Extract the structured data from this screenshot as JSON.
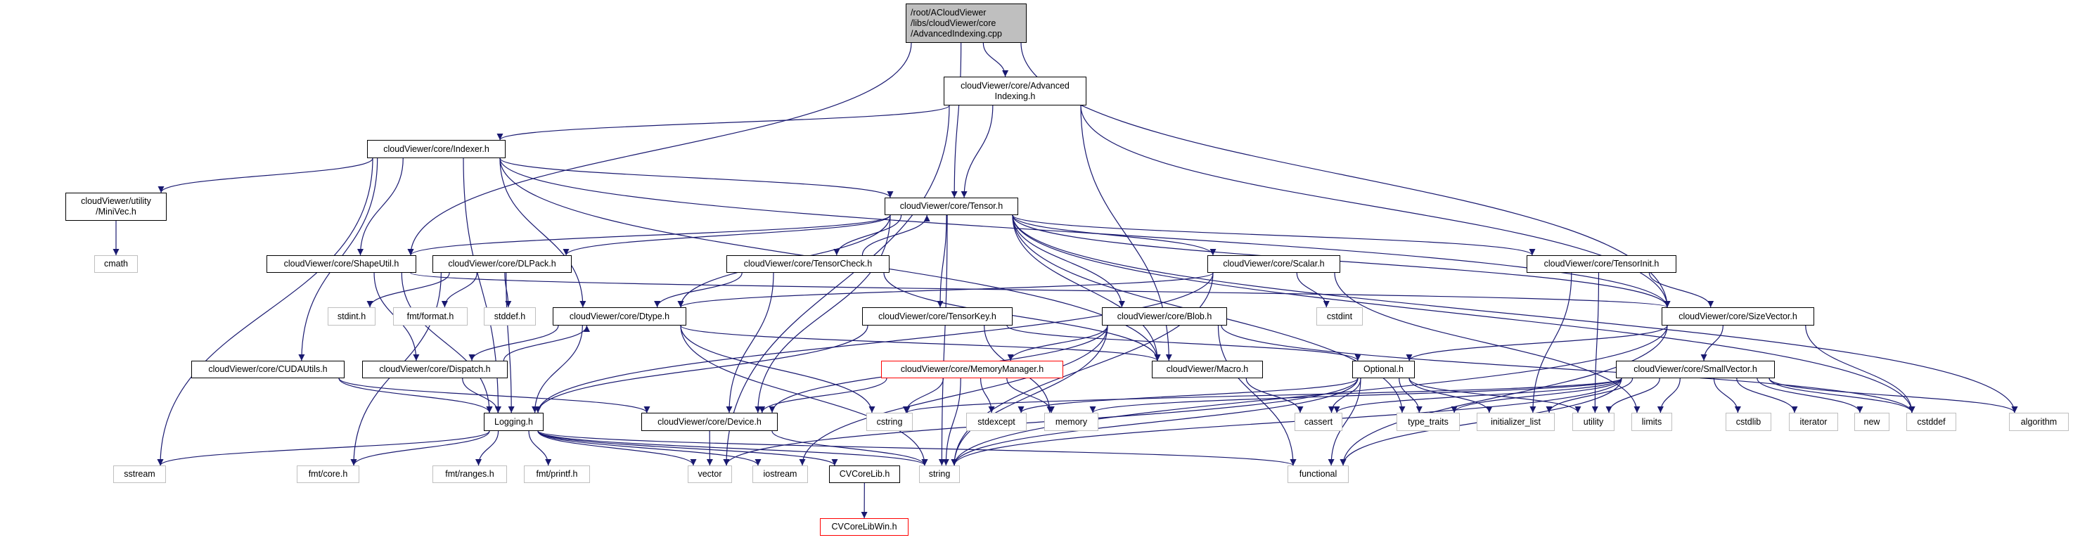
{
  "graph": {
    "edge_color": "#191970",
    "root_fill": "#bfbfbf",
    "nodes": [
      {
        "id": "root",
        "label": "/root/ACloudViewer\n/libs/cloudViewer/core\n/AdvancedIndexing.cpp",
        "kind": "root"
      },
      {
        "id": "adv",
        "label": "cloudViewer/core/Advanced\nIndexing.h",
        "kind": "doc"
      },
      {
        "id": "indexer",
        "label": "cloudViewer/core/Indexer.h",
        "kind": "doc"
      },
      {
        "id": "minivec",
        "label": "cloudViewer/utility\n/MiniVec.h",
        "kind": "doc"
      },
      {
        "id": "cmath",
        "label": "cmath",
        "kind": "ext"
      },
      {
        "id": "shapeutil",
        "label": "cloudViewer/core/ShapeUtil.h",
        "kind": "doc"
      },
      {
        "id": "dlpack",
        "label": "cloudViewer/core/DLPack.h",
        "kind": "doc"
      },
      {
        "id": "tensor",
        "label": "cloudViewer/core/Tensor.h",
        "kind": "doc"
      },
      {
        "id": "tensorcheck",
        "label": "cloudViewer/core/TensorCheck.h",
        "kind": "doc"
      },
      {
        "id": "scalar",
        "label": "cloudViewer/core/Scalar.h",
        "kind": "doc"
      },
      {
        "id": "tensorinit",
        "label": "cloudViewer/core/TensorInit.h",
        "kind": "doc"
      },
      {
        "id": "stdint",
        "label": "stdint.h",
        "kind": "ext"
      },
      {
        "id": "fmtformat",
        "label": "fmt/format.h",
        "kind": "ext"
      },
      {
        "id": "stddef",
        "label": "stddef.h",
        "kind": "ext"
      },
      {
        "id": "dtype",
        "label": "cloudViewer/core/Dtype.h",
        "kind": "doc"
      },
      {
        "id": "tensorkey",
        "label": "cloudViewer/core/TensorKey.h",
        "kind": "doc"
      },
      {
        "id": "blob",
        "label": "cloudViewer/core/Blob.h",
        "kind": "doc"
      },
      {
        "id": "cstdint",
        "label": "cstdint",
        "kind": "ext"
      },
      {
        "id": "sizevector",
        "label": "cloudViewer/core/SizeVector.h",
        "kind": "doc"
      },
      {
        "id": "cudautils",
        "label": "cloudViewer/core/CUDAUtils.h",
        "kind": "doc"
      },
      {
        "id": "dispatch",
        "label": "cloudViewer/core/Dispatch.h",
        "kind": "doc"
      },
      {
        "id": "memmgr",
        "label": "cloudViewer/core/MemoryManager.h",
        "kind": "red"
      },
      {
        "id": "macro",
        "label": "cloudViewer/Macro.h",
        "kind": "doc"
      },
      {
        "id": "optional",
        "label": "Optional.h",
        "kind": "doc"
      },
      {
        "id": "smallvector",
        "label": "cloudViewer/core/SmallVector.h",
        "kind": "doc"
      },
      {
        "id": "logging",
        "label": "Logging.h",
        "kind": "doc"
      },
      {
        "id": "device",
        "label": "cloudViewer/core/Device.h",
        "kind": "doc"
      },
      {
        "id": "cstring",
        "label": "cstring",
        "kind": "ext"
      },
      {
        "id": "stdexcept",
        "label": "stdexcept",
        "kind": "ext"
      },
      {
        "id": "memory",
        "label": "memory",
        "kind": "ext"
      },
      {
        "id": "cassert",
        "label": "cassert",
        "kind": "ext"
      },
      {
        "id": "type_traits",
        "label": "type_traits",
        "kind": "ext"
      },
      {
        "id": "initlist",
        "label": "initializer_list",
        "kind": "ext"
      },
      {
        "id": "utility",
        "label": "utility",
        "kind": "ext"
      },
      {
        "id": "limits",
        "label": "limits",
        "kind": "ext"
      },
      {
        "id": "cstdlib",
        "label": "cstdlib",
        "kind": "ext"
      },
      {
        "id": "iterator",
        "label": "iterator",
        "kind": "ext"
      },
      {
        "id": "new",
        "label": "new",
        "kind": "ext"
      },
      {
        "id": "cstddef",
        "label": "cstddef",
        "kind": "ext"
      },
      {
        "id": "algorithm",
        "label": "algorithm",
        "kind": "ext"
      },
      {
        "id": "sstream",
        "label": "sstream",
        "kind": "ext"
      },
      {
        "id": "fmtcore",
        "label": "fmt/core.h",
        "kind": "ext"
      },
      {
        "id": "fmtranges",
        "label": "fmt/ranges.h",
        "kind": "ext"
      },
      {
        "id": "fmtprintf",
        "label": "fmt/printf.h",
        "kind": "ext"
      },
      {
        "id": "vector",
        "label": "vector",
        "kind": "ext"
      },
      {
        "id": "iostream",
        "label": "iostream",
        "kind": "ext"
      },
      {
        "id": "cvcorelib",
        "label": "CVCoreLib.h",
        "kind": "doc"
      },
      {
        "id": "string",
        "label": "string",
        "kind": "ext"
      },
      {
        "id": "functional",
        "label": "functional",
        "kind": "ext"
      },
      {
        "id": "cvcorelibwin",
        "label": "CVCoreLibWin.h",
        "kind": "red"
      }
    ],
    "edges": [
      [
        "root",
        "adv"
      ],
      [
        "root",
        "tensor"
      ],
      [
        "root",
        "shapeutil"
      ],
      [
        "root",
        "sizevector"
      ],
      [
        "adv",
        "indexer"
      ],
      [
        "adv",
        "tensor"
      ],
      [
        "adv",
        "sizevector"
      ],
      [
        "adv",
        "macro"
      ],
      [
        "adv",
        "vector"
      ],
      [
        "indexer",
        "minivec"
      ],
      [
        "indexer",
        "shapeutil"
      ],
      [
        "indexer",
        "tensor"
      ],
      [
        "indexer",
        "dtype"
      ],
      [
        "indexer",
        "cudautils"
      ],
      [
        "indexer",
        "logging"
      ],
      [
        "indexer",
        "sstream"
      ],
      [
        "indexer",
        "sizevector"
      ],
      [
        "indexer",
        "macro"
      ],
      [
        "minivec",
        "cmath"
      ],
      [
        "tensor",
        "shapeutil"
      ],
      [
        "tensor",
        "dlpack"
      ],
      [
        "tensor",
        "tensorcheck"
      ],
      [
        "tensor",
        "dtype"
      ],
      [
        "tensor",
        "device"
      ],
      [
        "tensor",
        "tensorkey"
      ],
      [
        "tensor",
        "blob"
      ],
      [
        "tensor",
        "scalar"
      ],
      [
        "tensor",
        "tensorinit"
      ],
      [
        "tensor",
        "sizevector"
      ],
      [
        "tensor",
        "macro"
      ],
      [
        "tensor",
        "string"
      ],
      [
        "tensor",
        "type_traits"
      ],
      [
        "tensor",
        "algorithm"
      ],
      [
        "tensor",
        "cstddef"
      ],
      [
        "tensorcheck",
        "tensor"
      ],
      [
        "tensorcheck",
        "dtype"
      ],
      [
        "tensorcheck",
        "device"
      ],
      [
        "tensorcheck",
        "macro"
      ],
      [
        "shapeutil",
        "sizevector"
      ],
      [
        "shapeutil",
        "logging"
      ],
      [
        "shapeutil",
        "dispatch"
      ],
      [
        "dlpack",
        "stdint"
      ],
      [
        "dlpack",
        "fmtformat"
      ],
      [
        "dlpack",
        "stddef"
      ],
      [
        "dlpack",
        "fmtcore"
      ],
      [
        "dlpack",
        "logging"
      ],
      [
        "dtype",
        "dispatch"
      ],
      [
        "dtype",
        "logging"
      ],
      [
        "dtype",
        "macro"
      ],
      [
        "dtype",
        "cstring"
      ],
      [
        "dtype",
        "string"
      ],
      [
        "dispatch",
        "dtype"
      ],
      [
        "dispatch",
        "logging"
      ],
      [
        "cudautils",
        "logging"
      ],
      [
        "cudautils",
        "device"
      ],
      [
        "scalar",
        "dtype"
      ],
      [
        "scalar",
        "logging"
      ],
      [
        "scalar",
        "cstdint"
      ],
      [
        "scalar",
        "limits"
      ],
      [
        "scalar",
        "string"
      ],
      [
        "tensorkey",
        "optional"
      ],
      [
        "tensorkey",
        "logging"
      ],
      [
        "tensorkey",
        "memory"
      ],
      [
        "blob",
        "memmgr"
      ],
      [
        "blob",
        "device"
      ],
      [
        "blob",
        "string"
      ],
      [
        "blob",
        "functional"
      ],
      [
        "blob",
        "cstddef"
      ],
      [
        "blob",
        "iostream"
      ],
      [
        "tensorinit",
        "sizevector"
      ],
      [
        "tensorinit",
        "initlist"
      ],
      [
        "tensorinit",
        "utility"
      ],
      [
        "sizevector",
        "optional"
      ],
      [
        "sizevector",
        "smallvector"
      ],
      [
        "sizevector",
        "cstddef"
      ],
      [
        "sizevector",
        "string"
      ],
      [
        "sizevector",
        "functional"
      ],
      [
        "memmgr",
        "device"
      ],
      [
        "memmgr",
        "cstring"
      ],
      [
        "memmgr",
        "stdexcept"
      ],
      [
        "memmgr",
        "memory"
      ],
      [
        "memmgr",
        "string"
      ],
      [
        "macro",
        "cassert"
      ],
      [
        "optional",
        "cassert"
      ],
      [
        "optional",
        "functional"
      ],
      [
        "optional",
        "initlist"
      ],
      [
        "optional",
        "string"
      ],
      [
        "optional",
        "type_traits"
      ],
      [
        "optional",
        "utility"
      ],
      [
        "optional",
        "stdexcept"
      ],
      [
        "optional",
        "vector"
      ],
      [
        "smallvector",
        "algorithm"
      ],
      [
        "smallvector",
        "cassert"
      ],
      [
        "smallvector",
        "cstddef"
      ],
      [
        "smallvector",
        "cstdlib"
      ],
      [
        "smallvector",
        "cstring"
      ],
      [
        "smallvector",
        "functional"
      ],
      [
        "smallvector",
        "initlist"
      ],
      [
        "smallvector",
        "iterator"
      ],
      [
        "smallvector",
        "limits"
      ],
      [
        "smallvector",
        "memory"
      ],
      [
        "smallvector",
        "new"
      ],
      [
        "smallvector",
        "type_traits"
      ],
      [
        "smallvector",
        "utility"
      ],
      [
        "smallvector",
        "string"
      ],
      [
        "logging",
        "sstream"
      ],
      [
        "logging",
        "fmtcore"
      ],
      [
        "logging",
        "fmtranges"
      ],
      [
        "logging",
        "fmtprintf"
      ],
      [
        "logging",
        "vector"
      ],
      [
        "logging",
        "iostream"
      ],
      [
        "logging",
        "string"
      ],
      [
        "logging",
        "functional"
      ],
      [
        "logging",
        "cvcorelib"
      ],
      [
        "device",
        "vector"
      ],
      [
        "device",
        "string"
      ],
      [
        "cvcorelib",
        "cvcorelibwin"
      ]
    ]
  }
}
